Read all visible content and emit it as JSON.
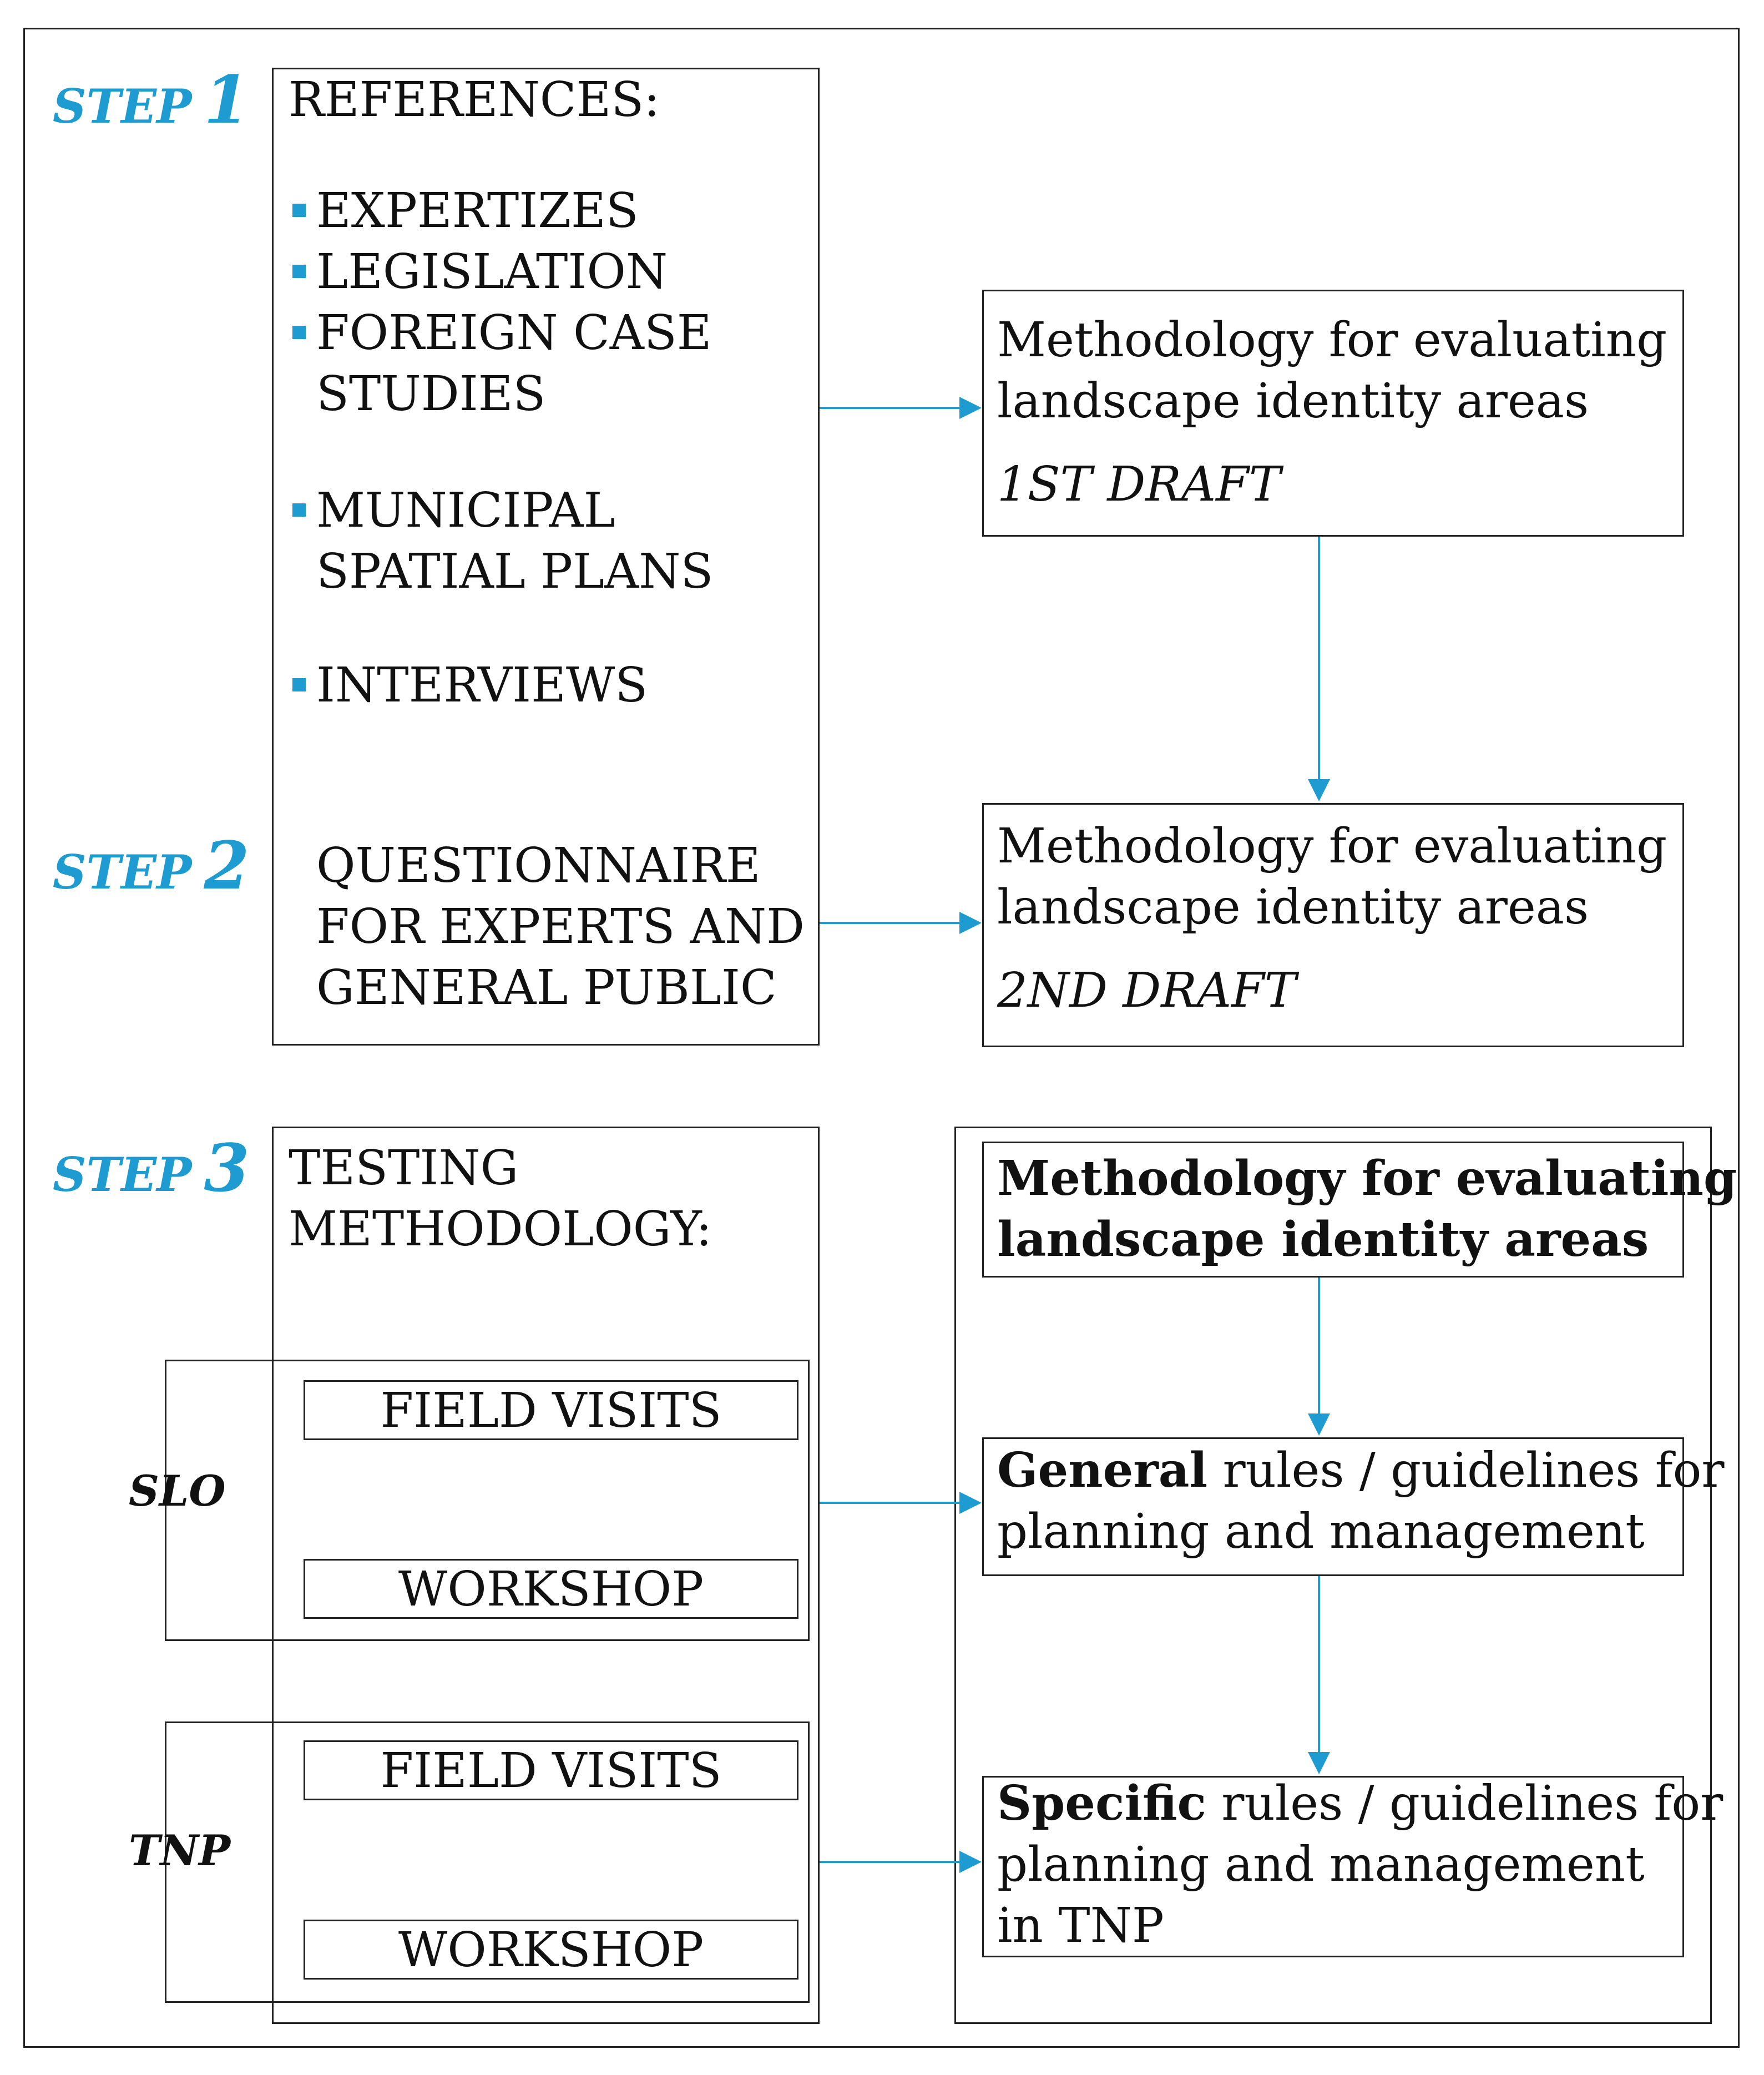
{
  "steps": [
    {
      "word": "STEP",
      "num": "1"
    },
    {
      "word": "STEP",
      "num": "2"
    },
    {
      "word": "STEP",
      "num": "3"
    }
  ],
  "references": {
    "title": "REFERENCES:",
    "items": [
      {
        "line1": "EXPERTIZES",
        "line2": ""
      },
      {
        "line1": "LEGISLATION",
        "line2": ""
      },
      {
        "line1": "FOREIGN CASE",
        "line2": "STUDIES"
      },
      {
        "line1": "MUNICIPAL",
        "line2": "SPATIAL PLANS"
      },
      {
        "line1": "INTERVIEWS",
        "line2": ""
      }
    ],
    "questionnaire": [
      "QUESTIONNAIRE",
      "FOR EXPERTS AND",
      "GENERAL PUBLIC"
    ]
  },
  "draft1": {
    "line1": "Methodology for evaluating",
    "line2": "landscape identity areas",
    "label": "1ST DRAFT"
  },
  "draft2": {
    "line1": "Methodology for evaluating",
    "line2": "landscape identity areas",
    "label": "2ND DRAFT"
  },
  "testing": {
    "title1": "TESTING",
    "title2": "METHODOLOGY:",
    "groups": [
      {
        "label": "SLO",
        "item1": "FIELD VISITS",
        "item2": "WORKSHOP"
      },
      {
        "label": "TNP",
        "item1": "FIELD VISITS",
        "item2": "WORKSHOP"
      }
    ]
  },
  "final": {
    "line1": "Methodology for evaluating",
    "line2": "landscape identity areas"
  },
  "general": {
    "bold": "General",
    "rest": " rules / guidelines for",
    "line2": "planning and management"
  },
  "specific": {
    "bold": "Specific",
    "rest": " rules / guidelines for",
    "line2": "planning and management",
    "line3": "in TNP"
  },
  "colors": {
    "accent": "#1e9bd0",
    "border": "#222222"
  }
}
